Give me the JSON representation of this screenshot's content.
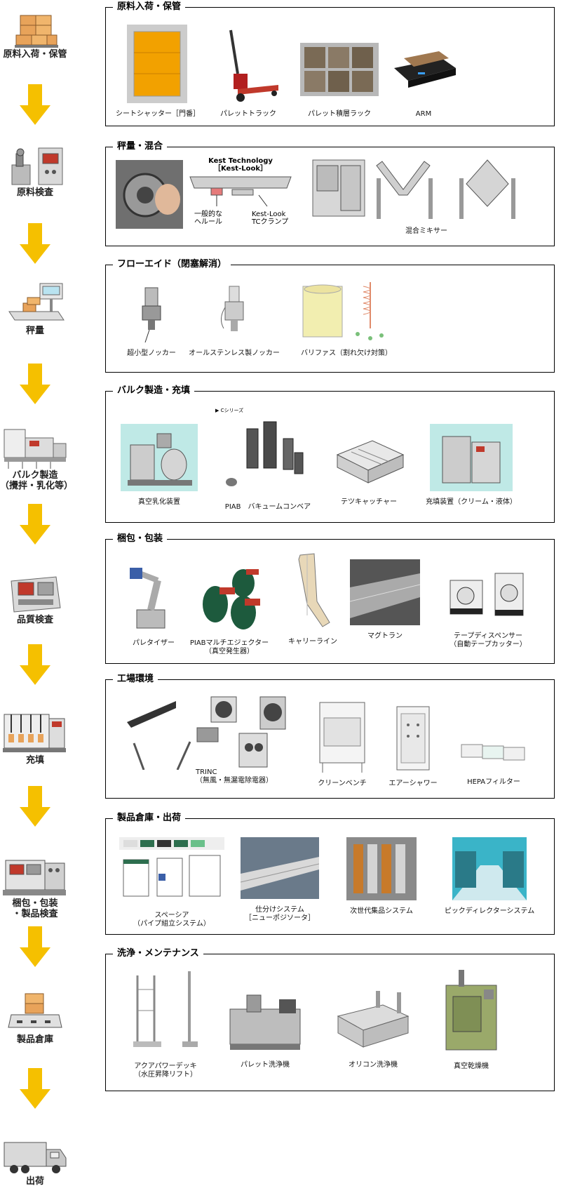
{
  "steps": [
    {
      "label": "原料入荷・保管",
      "icon": "boxes-icon"
    },
    {
      "label": "原料検査",
      "icon": "inspection-machine-icon"
    },
    {
      "label": "秤量",
      "icon": "scale-icon"
    },
    {
      "label": "バルク製造\n（攪拌・乳化等）",
      "icon": "factory-icon"
    },
    {
      "label": "品質検査",
      "icon": "quality-machine-icon"
    },
    {
      "label": "充填",
      "icon": "filling-machine-icon"
    },
    {
      "label": "梱包・包装\n・製品検査",
      "icon": "packing-machine-icon"
    },
    {
      "label": "製品倉庫",
      "icon": "warehouse-icon"
    },
    {
      "label": "出荷",
      "icon": "truck-icon"
    }
  ],
  "panels": [
    {
      "title": "原料入荷・保管",
      "items": [
        "シートシャッター［門番］",
        "パレットトラック",
        "パレット積層ラック",
        "ARM"
      ]
    },
    {
      "title": "秤量・混合",
      "extra": {
        "kest_title": "Kest Technology\n［Kest-Look］",
        "kest_a": "一般的な\nヘルール",
        "kest_b": "Kest-Look\nTCクランプ"
      },
      "items": [
        "混合ミキサー"
      ]
    },
    {
      "title": "フローエイド（閉塞解消）",
      "items": [
        "超小型ノッカー",
        "オールステンレス製ノッカー",
        "バリファス（割れ欠け対策）"
      ]
    },
    {
      "title": "バルク製造・充填",
      "extra": {
        "series": "▶ Cシリーズ"
      },
      "items": [
        "真空乳化装置",
        "PIAB　バキュームコンベア",
        "テツキャッチャー",
        "充填装置（クリーム・液体）"
      ]
    },
    {
      "title": "梱包・包装",
      "items": [
        "パレタイザー",
        "PIABマルチエジェクター\n（真空発生器）",
        "キャリーライン",
        "マグトラン",
        "テープディスペンサー\n（自動テープカッター）"
      ]
    },
    {
      "title": "工場環境",
      "items": [
        "TRINC\n（無風・無漏電除電器）",
        "クリーンベンチ",
        "エアーシャワー",
        "HEPAフィルター"
      ]
    },
    {
      "title": "製品倉庫・出荷",
      "items": [
        "スペーシア\n（パイプ組立システム）",
        "仕分けシステム\n［ニューポジソータ］",
        "次世代集品システム",
        "ピックディレクターシステム"
      ]
    },
    {
      "title": "洗浄・メンテナンス",
      "items": [
        "アクアパワーデッキ\n（水圧昇降リフト）",
        "パレット洗浄機",
        "オリコン洗浄機",
        "真空乾燥機"
      ]
    }
  ],
  "colors": {
    "arrow": "#f5c000",
    "box": "#e8a35a",
    "machine": "#c9c9c9",
    "accent": "#c0392b"
  }
}
